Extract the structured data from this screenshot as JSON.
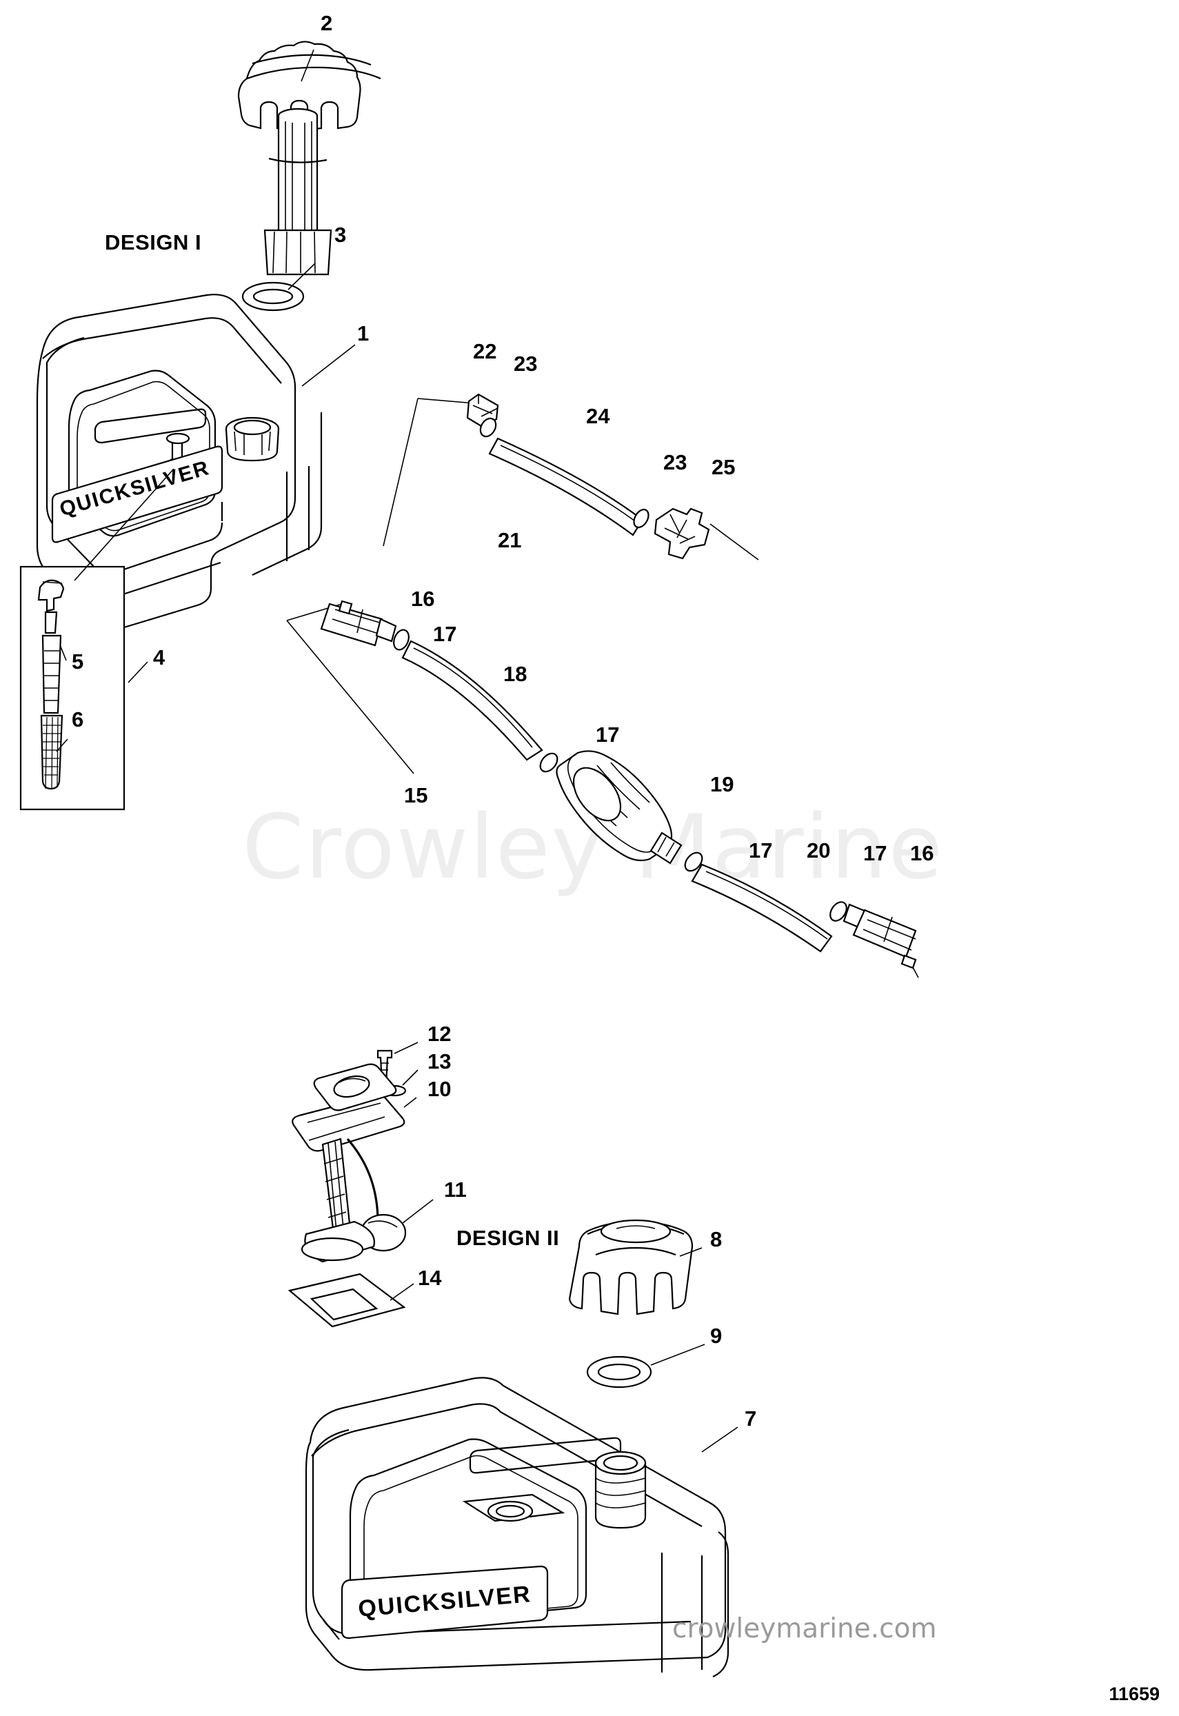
{
  "diagram": {
    "title_labels": [
      {
        "id": "design-1",
        "text": "DESIGN I"
      },
      {
        "id": "design-2",
        "text": "DESIGN II"
      }
    ],
    "callouts": [
      {
        "id": "1",
        "text": "1"
      },
      {
        "id": "2",
        "text": "2"
      },
      {
        "id": "3",
        "text": "3"
      },
      {
        "id": "4",
        "text": "4"
      },
      {
        "id": "5",
        "text": "5"
      },
      {
        "id": "6",
        "text": "6"
      },
      {
        "id": "7",
        "text": "7"
      },
      {
        "id": "8",
        "text": "8"
      },
      {
        "id": "9",
        "text": "9"
      },
      {
        "id": "10",
        "text": "10"
      },
      {
        "id": "11",
        "text": "11"
      },
      {
        "id": "12",
        "text": "12"
      },
      {
        "id": "13",
        "text": "13"
      },
      {
        "id": "14",
        "text": "14"
      },
      {
        "id": "15",
        "text": "15"
      },
      {
        "id": "16a",
        "text": "16"
      },
      {
        "id": "16b",
        "text": "16"
      },
      {
        "id": "17a",
        "text": "17"
      },
      {
        "id": "17b",
        "text": "17"
      },
      {
        "id": "17c",
        "text": "17"
      },
      {
        "id": "17d",
        "text": "17"
      },
      {
        "id": "18",
        "text": "18"
      },
      {
        "id": "19",
        "text": "19"
      },
      {
        "id": "20",
        "text": "20"
      },
      {
        "id": "21",
        "text": "21"
      },
      {
        "id": "22",
        "text": "22"
      },
      {
        "id": "23a",
        "text": "23"
      },
      {
        "id": "23b",
        "text": "23"
      },
      {
        "id": "24",
        "text": "24"
      },
      {
        "id": "25",
        "text": "25"
      }
    ],
    "tank_brand": "QUICKSILVER",
    "watermark": "Crowley Marine",
    "watermark_url": "crowleymarine.com",
    "part_number": "11659"
  },
  "colors": {
    "line": "#000000",
    "background": "#ffffff",
    "watermark": "#eeeeee",
    "watermark_url": "#9a9a9a"
  }
}
